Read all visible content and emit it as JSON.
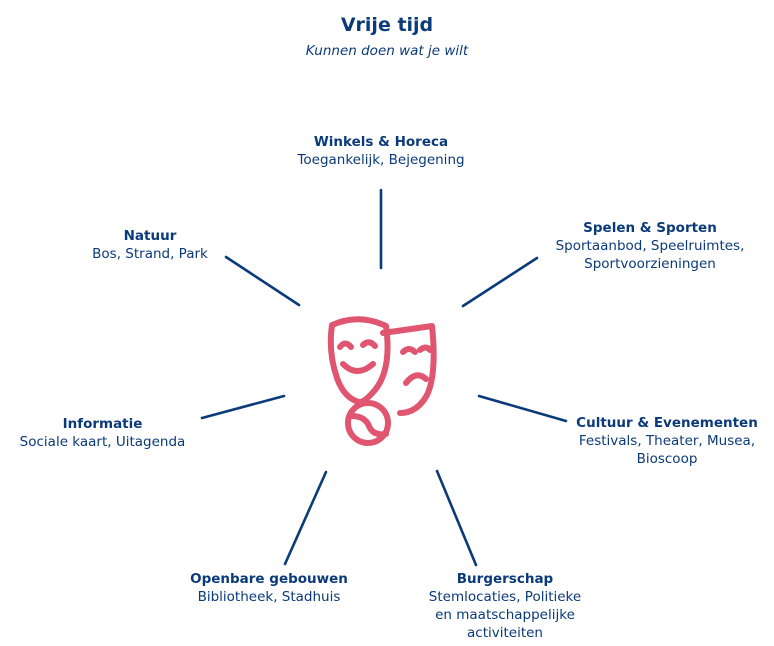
{
  "header": {
    "title": "Vrije tijd",
    "subtitle": "Kunnen doen wat je wilt"
  },
  "colors": {
    "text": "#0b3a7a",
    "spokes": "#0b3a7a",
    "icon": "#e05670"
  },
  "center_icon": "theater-masks-icon",
  "nodes": [
    {
      "id": "winkels",
      "title": "Winkels & Horeca",
      "body": "Toegankelijk, Bejegening"
    },
    {
      "id": "spelen",
      "title": "Spelen & Sporten",
      "body": "Sportaanbod, Speelruimtes,\nSportvoorzieningen"
    },
    {
      "id": "cultuur",
      "title": "Cultuur & Evenementen",
      "body": "Festivals, Theater, Musea,\nBioscoop"
    },
    {
      "id": "burgerschap",
      "title": "Burgerschap",
      "body": "Stemlocaties, Politieke\nen maatschappelijke\nactiviteiten"
    },
    {
      "id": "openbare",
      "title": "Openbare gebouwen",
      "body": "Bibliotheek, Stadhuis"
    },
    {
      "id": "informatie",
      "title": "Informatie",
      "body": "Sociale kaart, Uitagenda"
    },
    {
      "id": "natuur",
      "title": "Natuur",
      "body": "Bos, Strand, Park"
    }
  ]
}
